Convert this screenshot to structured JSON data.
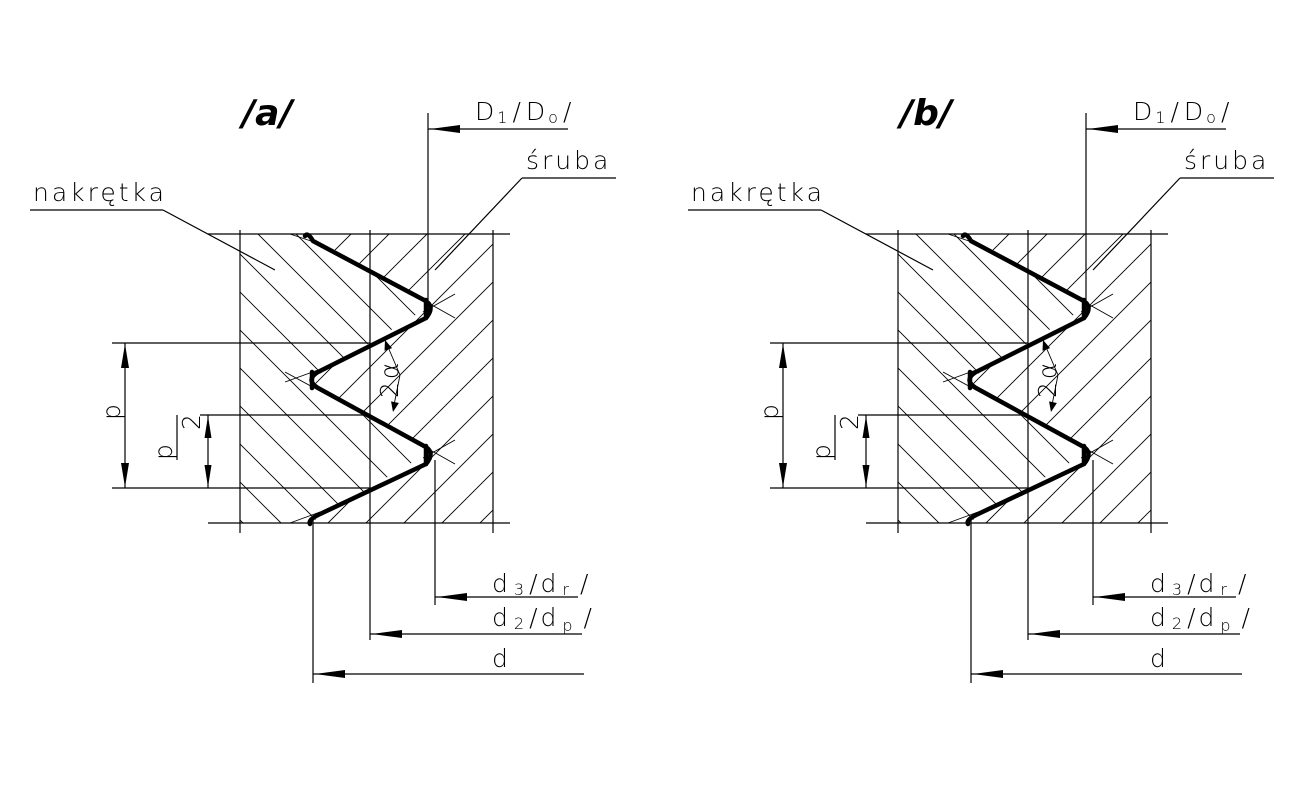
{
  "diagram": {
    "description": "Thread profile cross-section (nut and screw) with dimension callouts",
    "colors": {
      "line": "#000000",
      "background": "#ffffff"
    },
    "panels": [
      {
        "id": "a",
        "title": "/a/",
        "labels": {
          "nut": "nakrętka",
          "screw": "śruba",
          "D1_main": "D",
          "D1_sub": "1",
          "D0_main": "D",
          "D0_sub": "o",
          "d3_main": "d",
          "d3_sub": "3",
          "dr_main": "d",
          "dr_sub": "r",
          "d2_main": "d",
          "d2_sub": "2",
          "dp_main": "d",
          "dp_sub": "p",
          "d": "d",
          "pitch": "p",
          "half_pitch_num": "p",
          "half_pitch_den": "2",
          "angle": "2α"
        }
      },
      {
        "id": "b",
        "title": "/b/",
        "labels": {
          "nut": "nakrętka",
          "screw": "śruba",
          "D1_main": "D",
          "D1_sub": "1",
          "D0_main": "D",
          "D0_sub": "o",
          "d3_main": "d",
          "d3_sub": "3",
          "dr_main": "d",
          "dr_sub": "r",
          "d2_main": "d",
          "d2_sub": "2",
          "dp_main": "d",
          "dp_sub": "p",
          "d": "d",
          "pitch": "p",
          "half_pitch_num": "p",
          "half_pitch_den": "2",
          "angle": "2α"
        }
      }
    ]
  }
}
